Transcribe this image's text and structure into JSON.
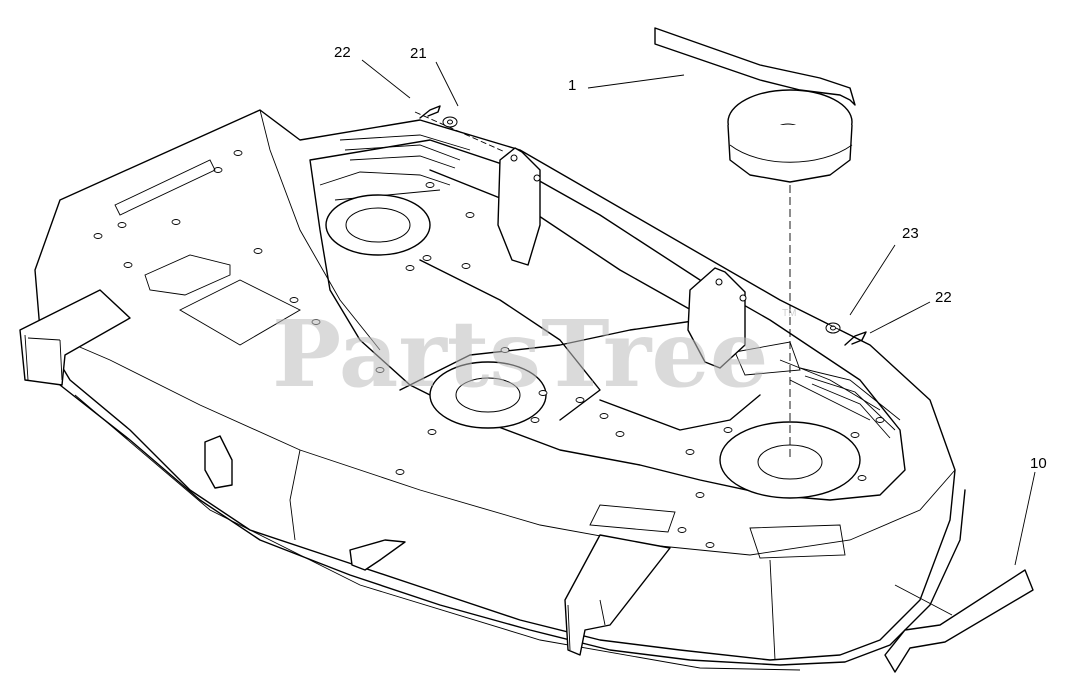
{
  "diagram": {
    "callouts": [
      {
        "id": "c22a",
        "label": "22"
      },
      {
        "id": "c21",
        "label": "21"
      },
      {
        "id": "c1",
        "label": "1"
      },
      {
        "id": "c23",
        "label": "23"
      },
      {
        "id": "c22b",
        "label": "22"
      },
      {
        "id": "c10",
        "label": "10"
      }
    ]
  },
  "watermark": {
    "logo_text": "PartsTree",
    "trademark": "TM"
  }
}
